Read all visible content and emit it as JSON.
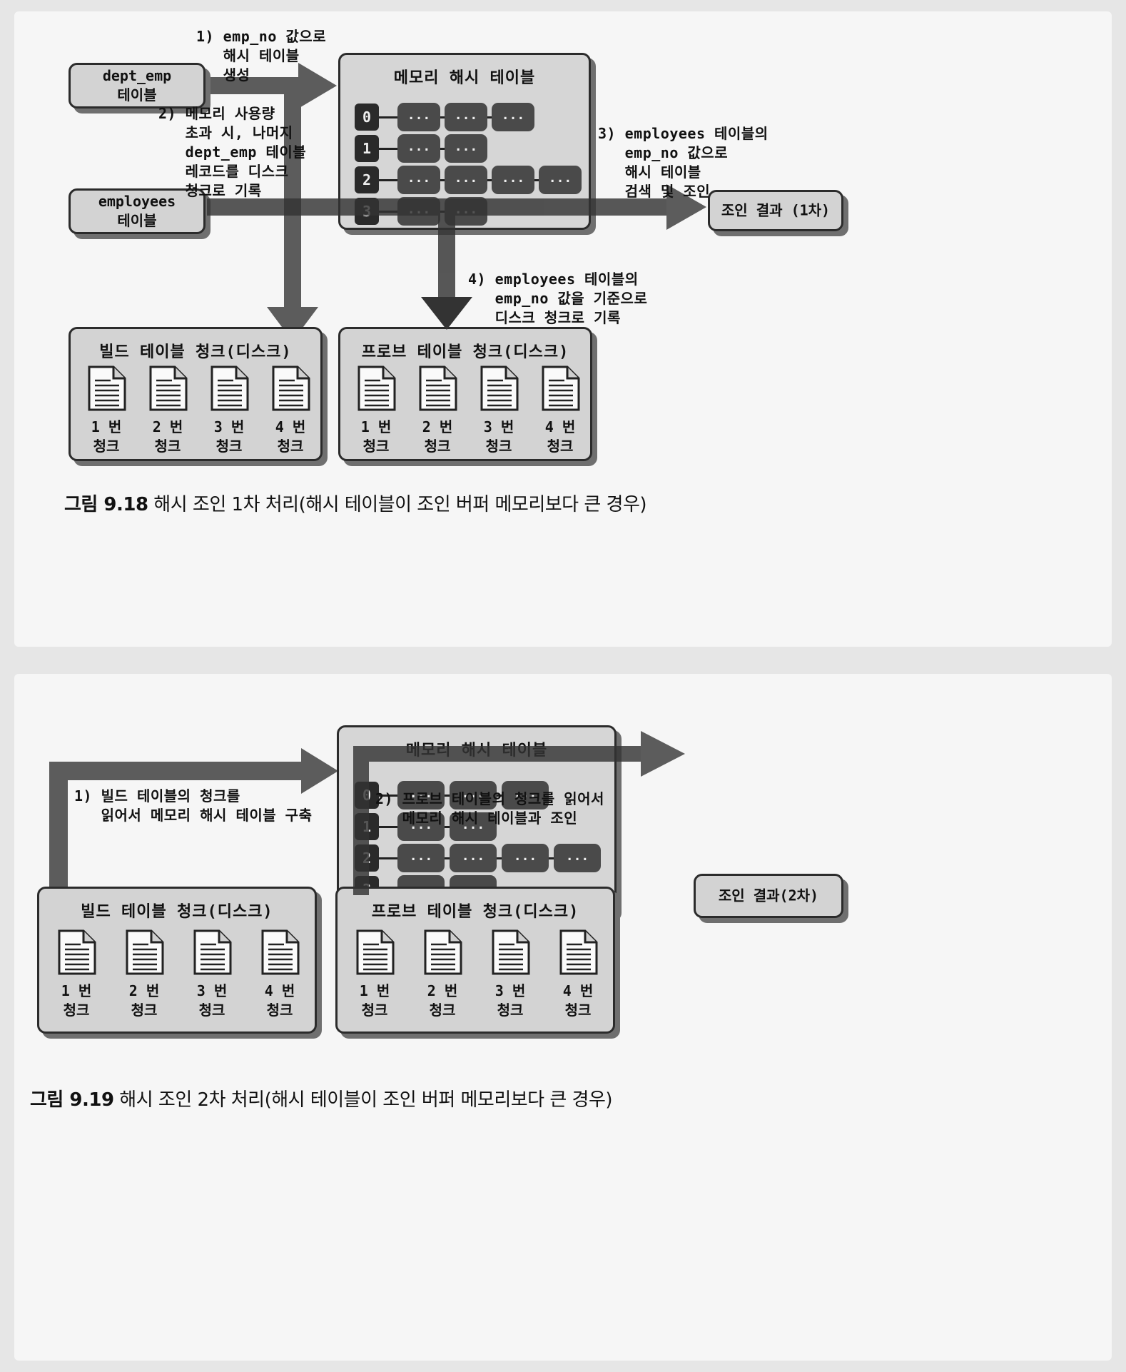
{
  "fig1": {
    "dept_emp_box": "dept_emp\n테이블",
    "employees_box": "employees\n테이블",
    "memory_hash_title": "메모리 해시 테이블",
    "result_label": "조인 결과 (1차)",
    "build_title": "빌드 테이블 청크(디스크)",
    "probe_title": "프로브 테이블 청크(디스크)",
    "step1": "1) emp_no 값으로\n   해시 테이블\n   생성",
    "step2": "2) 메모리 사용량\n   초과 시, 나머지\n   dept_emp 테이블\n   레코드를 디스크\n   청크로 기록",
    "step3": "3) employees 테이블의\n   emp_no 값으로\n   해시 테이블\n   검색 및 조인",
    "step4": "4) employees 테이블의\n   emp_no 값을 기준으로\n   디스크 청크로 기록",
    "caption_prefix": "그림 9.18",
    "caption_text": " 해시 조인 1차 처리(해시 테이블이 조인 버퍼 메모리보다 큰 경우)"
  },
  "fig2": {
    "memory_hash_title": "메모리 해시 테이블",
    "result_label": "조인 결과(2차)",
    "build_title": "빌드 테이블 청크(디스크)",
    "probe_title": "프로브 테이블 청크(디스크)",
    "step1": "1) 빌드 테이블의 청크를\n   읽어서 메모리 해시 테이블 구축",
    "step2": "2) 프로브 테이블의 청크를 읽어서\n   메모리 해시 테이블과 조인",
    "caption_prefix": "그림 9.19",
    "caption_text": " 해시 조인 2차 처리(해시 테이블이 조인 버퍼 메모리보다 큰 경우)"
  },
  "hash_buckets": [
    {
      "index": "0",
      "cells": [
        "...",
        "...",
        "..."
      ]
    },
    {
      "index": "1",
      "cells": [
        "...",
        "..."
      ]
    },
    {
      "index": "2",
      "cells": [
        "...",
        "...",
        "...",
        "..."
      ]
    },
    {
      "index": "3",
      "cells": [
        "...",
        "..."
      ]
    }
  ],
  "chunks": [
    "1 번\n청크",
    "2 번\n청크",
    "3 번\n청크",
    "4 번\n청크"
  ],
  "icons": {
    "chunk": "document-icon"
  },
  "colors": {
    "arrow": "#5c5c5c",
    "dark_arrow": "#333333",
    "box_fill": "#d3d3d3",
    "cell_fill": "#4a4a4a"
  }
}
